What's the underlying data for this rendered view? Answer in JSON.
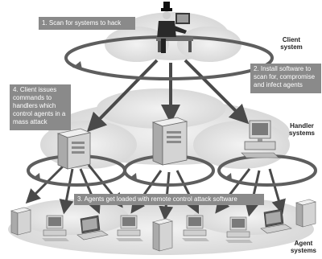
{
  "callouts": {
    "step1": "1. Scan for systems to hack",
    "step2": "2. Install software to scan for, compromise and infect agents",
    "step3": "3. Agents get loaded with remote control attack software",
    "step4": "4. Client issues commands to handlers which control agents in a mass attack"
  },
  "labels": {
    "client_line1": "Client",
    "client_line2": "system",
    "handler_line1": "Handler",
    "handler_line2": "systems",
    "agent_line1": "Agent",
    "agent_line2": "systems"
  },
  "colors": {
    "callout_bg": "#8a8a8a",
    "ring": "#5e5e5e",
    "arrow": "#4a4a4a",
    "cloud": "#e4e4e4",
    "device_body": "#d4d4d4"
  }
}
